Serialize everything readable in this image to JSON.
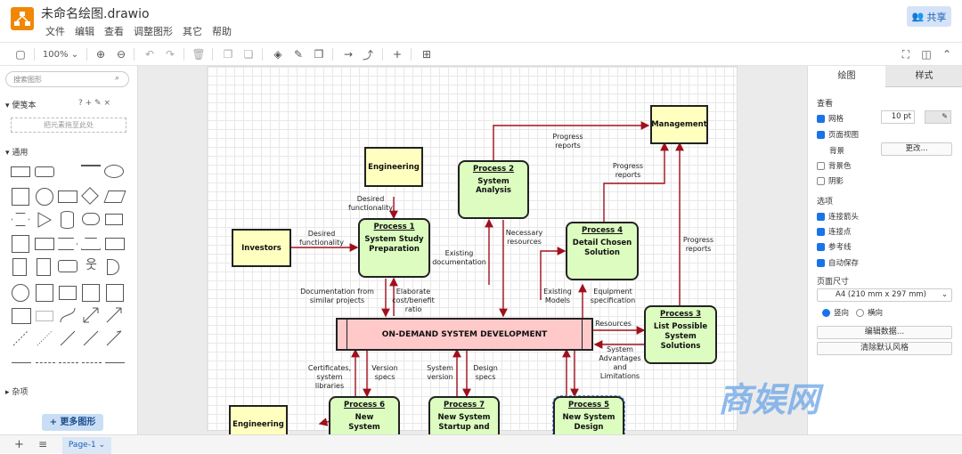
{
  "app": {
    "title": "未命名绘图.drawio",
    "share_label": "共享"
  },
  "menu": [
    "文件",
    "编辑",
    "查看",
    "调整图形",
    "其它",
    "帮助"
  ],
  "toolbar": {
    "zoom": "100%"
  },
  "left": {
    "search_placeholder": "搜索图形",
    "scratchpad_title": "便笺本",
    "dropzone_text": "把元素拖至此处",
    "general_title": "通用",
    "misc_title": "杂项",
    "more_shapes": "+ 更多图形"
  },
  "diagram": {
    "nodes": {
      "management": "Management",
      "engineering": "Engineering",
      "investors": "Investors",
      "p2_title": "Process 2",
      "p2_body": "System Analysis",
      "p1_title": "Process 1",
      "p1_body": "System Study Preparation",
      "p4_title": "Process 4",
      "p4_body": "Detail Chosen Solution",
      "p3_title": "Process 3",
      "p3_body": "List Possible System Solutions",
      "main": "ON-DEMAND SYSTEM DEVELOPMENT",
      "p6_title": "Process 6",
      "p6_body": "New System",
      "p7_title": "Process 7",
      "p7_body": "New System Startup and",
      "p5_title": "Process 5",
      "p5_body": "New System Design",
      "engineering2": "Engineering"
    },
    "labels": {
      "progress1": "Progress reports",
      "progress2": "Progress reports",
      "progress3": "Progress reports",
      "desired1": "Desired functionality",
      "desired2": "Desired functionality",
      "necessary": "Necessary resources",
      "existing_doc": "Existing documentation",
      "documentation": "Documentation from similar projects",
      "elaborate": "Elaborate cost/benefit ratio",
      "existing_models": "Existing Models",
      "equipment": "Equipment specification",
      "resources": "Resources",
      "advantages": "System Advantages and Limitations",
      "certificates": "Certificates, system libraries",
      "version_specs": "Version specs",
      "system_version": "System version",
      "design_specs": "Design specs"
    }
  },
  "right": {
    "tab_diagram": "绘图",
    "tab_style": "样式",
    "view_title": "查看",
    "grid": "网格",
    "grid_size": "10 pt",
    "page_view": "页面视图",
    "background": "背景",
    "change": "更改...",
    "bg_color": "背景色",
    "shadow": "阴影",
    "options_title": "选项",
    "connection_arrows": "连接箭头",
    "connection_points": "连接点",
    "guides": "参考线",
    "autosave": "自动保存",
    "page_size_title": "页面尺寸",
    "page_size": "A4 (210 mm x 297 mm)",
    "portrait": "竖向",
    "landscape": "横向",
    "edit_data": "编辑数据...",
    "clear_style": "清除默认风格"
  },
  "bottom": {
    "page_tab": "Page-1"
  },
  "watermark": "商娱网"
}
